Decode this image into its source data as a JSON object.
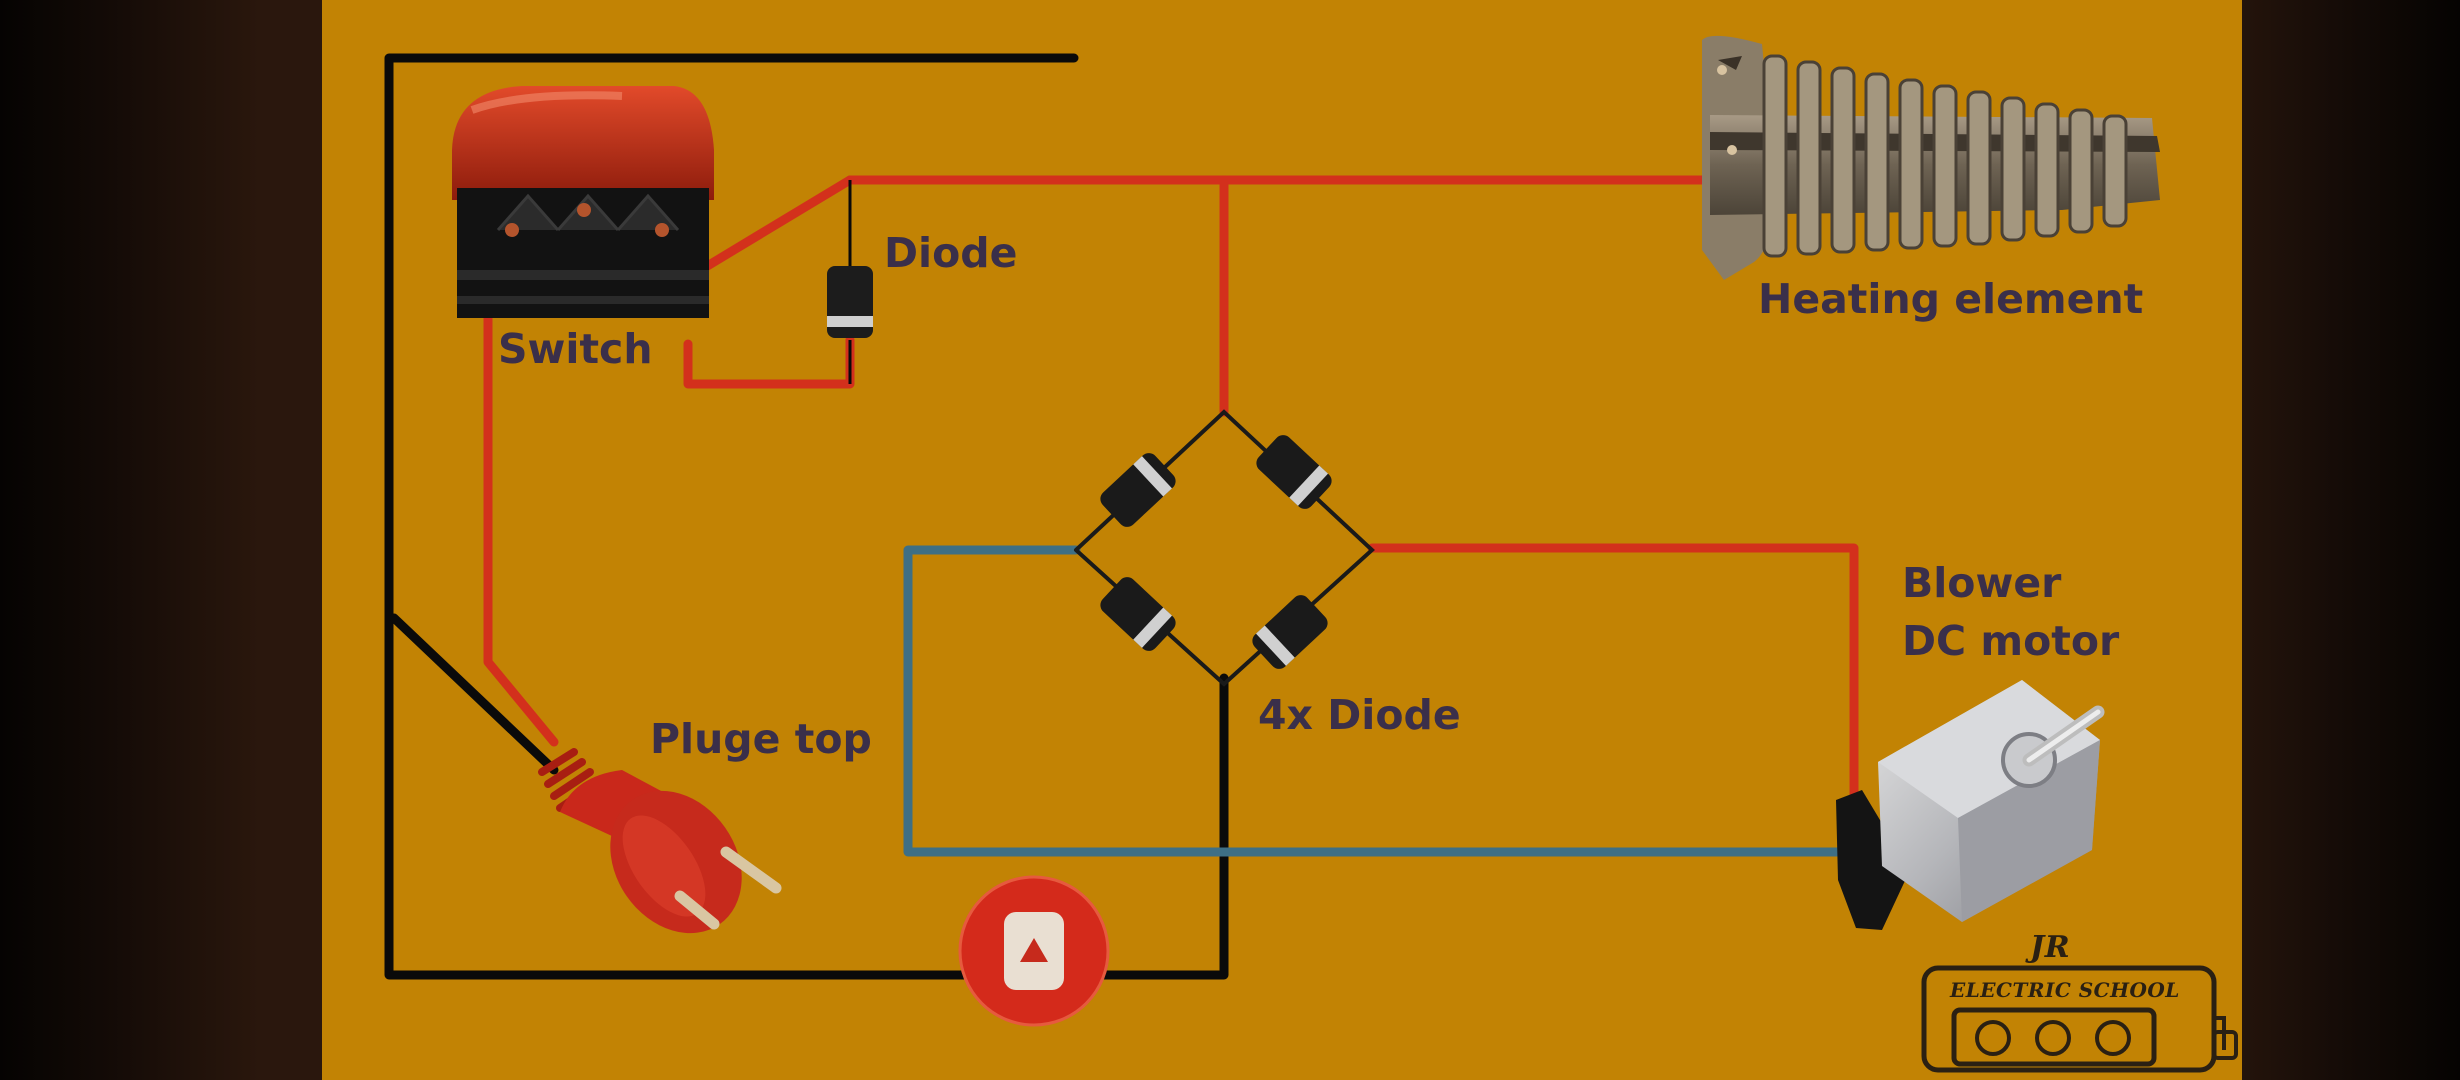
{
  "labels": {
    "switch": "Switch",
    "diode": "Diode",
    "heating_element": "Heating element",
    "bridge": "4x Diode",
    "motor_line1": "Blower",
    "motor_line2": "DC motor",
    "plug": "Pluge top"
  },
  "logo": {
    "monogram": "JR",
    "text": "ELECTRIC SCHOOL"
  },
  "colors": {
    "board": "#c28304",
    "wire_live": "#d3301c",
    "wire_neutral": "#0a0a0a",
    "wire_dc": "#3e6f85",
    "label": "#3a2f4a"
  }
}
